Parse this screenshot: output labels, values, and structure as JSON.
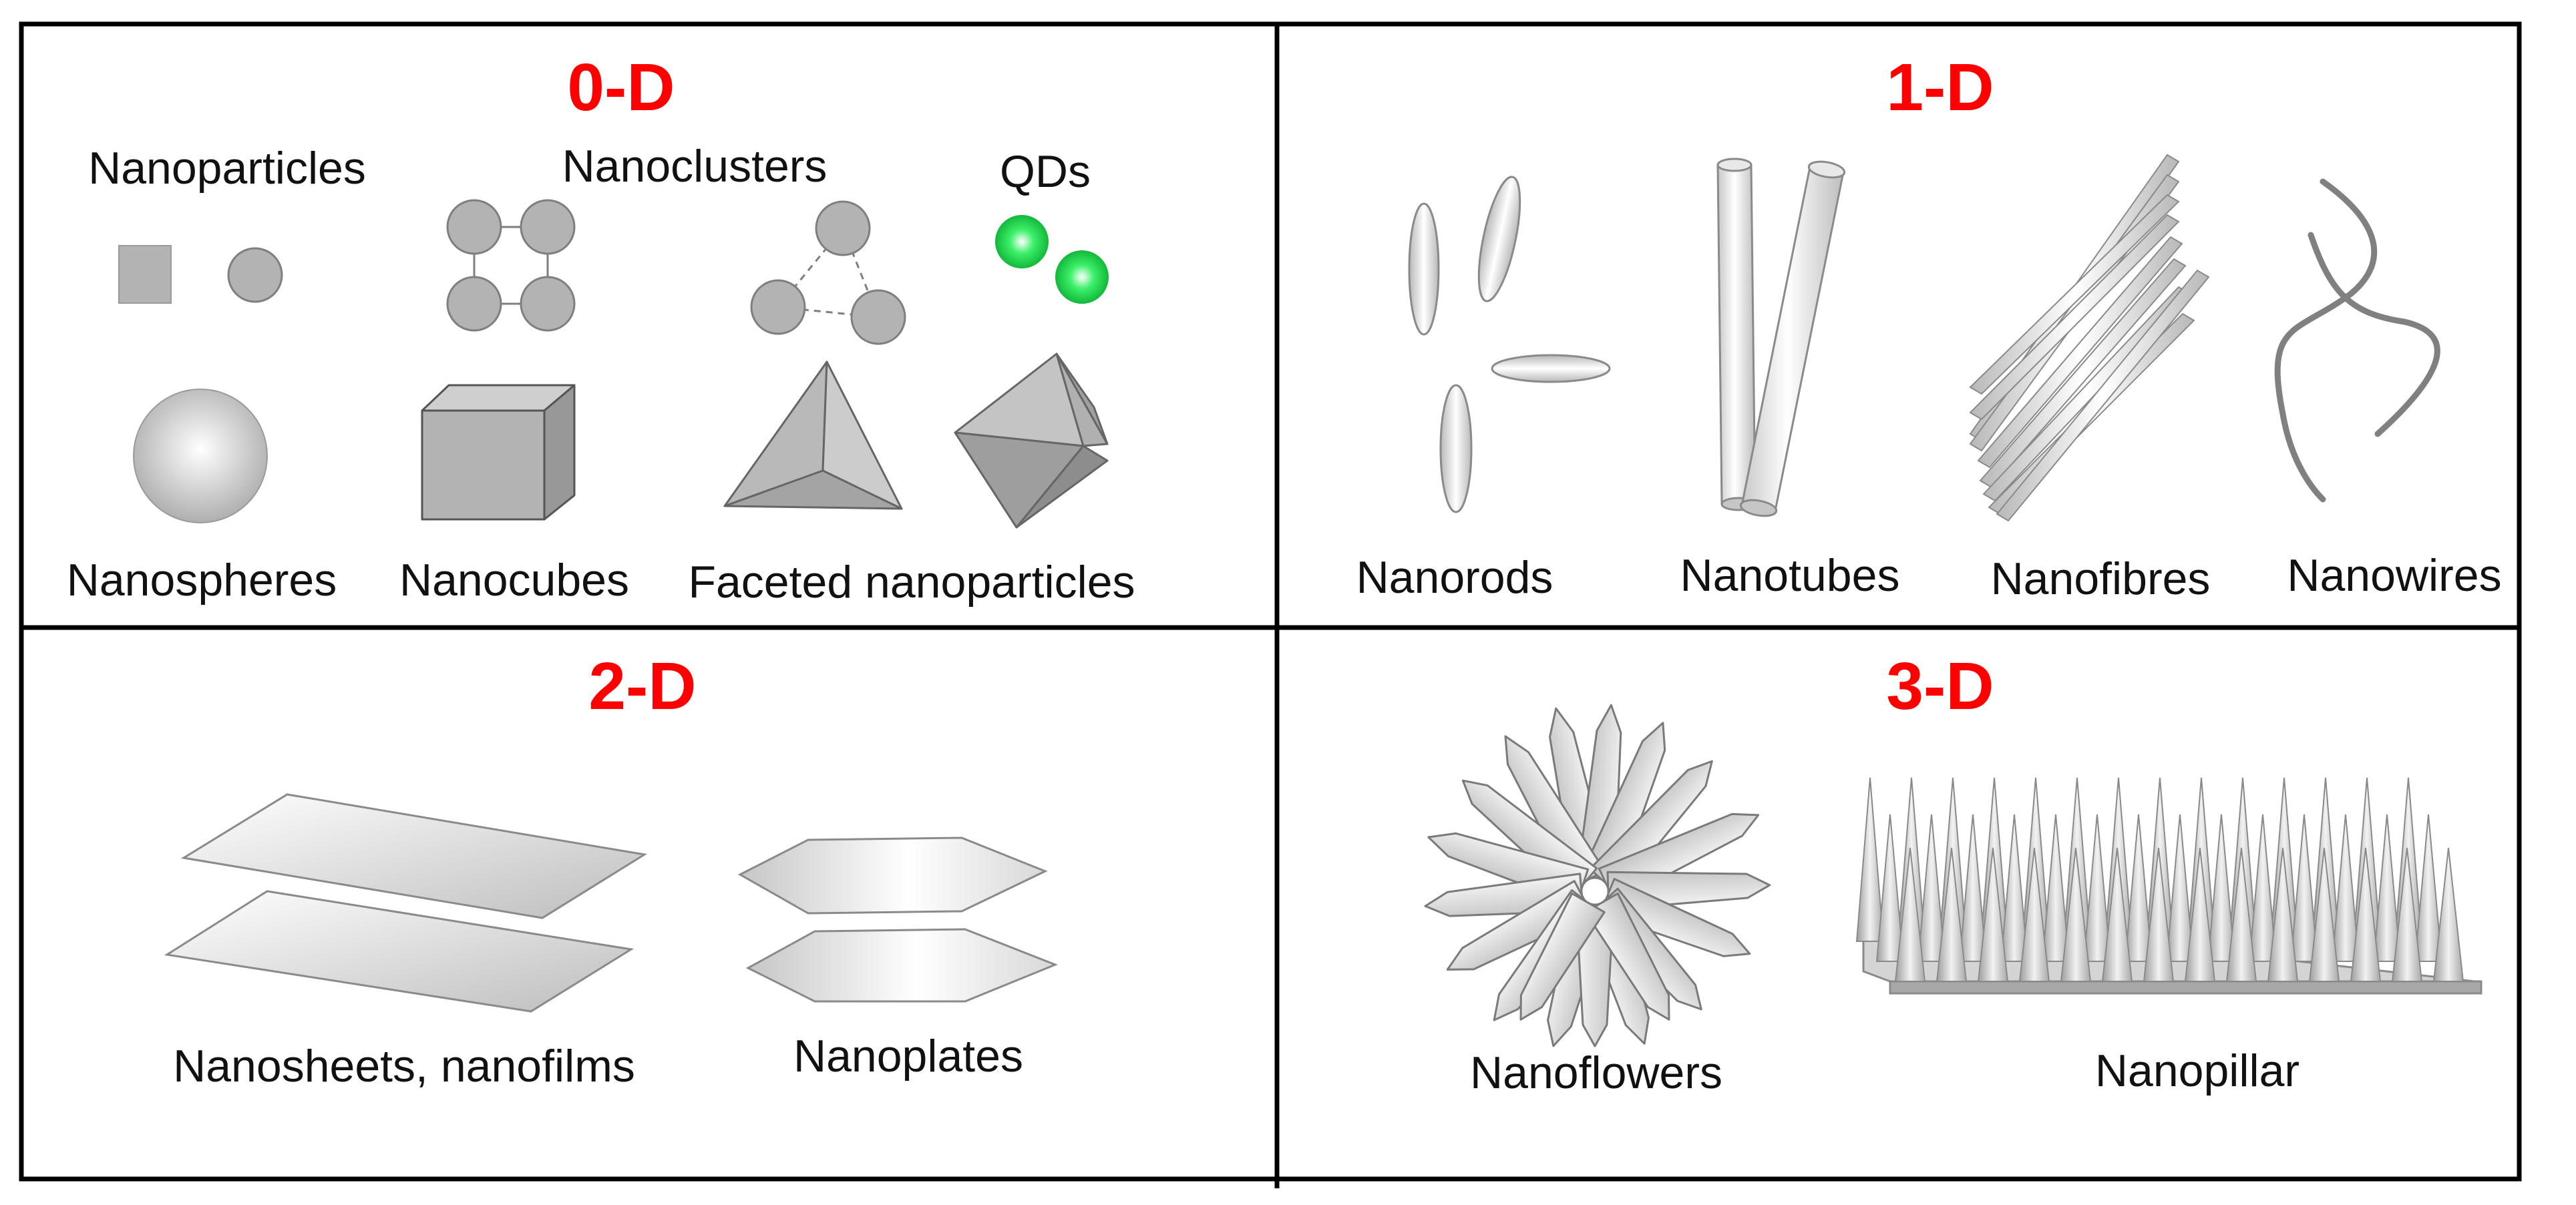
{
  "colors": {
    "heading": "#ff0000",
    "border": "#000000",
    "shape_fill": "#b3b3b3",
    "shape_stroke": "#7f7f7f",
    "quantum_dot": "#19e34a",
    "wire": "#808080"
  },
  "panels": {
    "zero_d": {
      "heading": "0-D",
      "labels": {
        "nanoparticles": "Nanoparticles",
        "nanoclusters": "Nanoclusters",
        "qds": "QDs",
        "nanospheres": "Nanospheres",
        "nanocubes": "Nanocubes",
        "faceted": "Faceted nanoparticles"
      }
    },
    "one_d": {
      "heading": "1-D",
      "labels": {
        "nanorods": "Nanorods",
        "nanotubes": "Nanotubes",
        "nanofibres": "Nanofibres",
        "nanowires": "Nanowires"
      }
    },
    "two_d": {
      "heading": "2-D",
      "labels": {
        "nanosheets": "Nanosheets, nanofilms",
        "nanoplates": "Nanoplates"
      }
    },
    "three_d": {
      "heading": "3-D",
      "labels": {
        "nanoflowers": "Nanoflowers",
        "nanopillar": "Nanopillar"
      }
    }
  }
}
